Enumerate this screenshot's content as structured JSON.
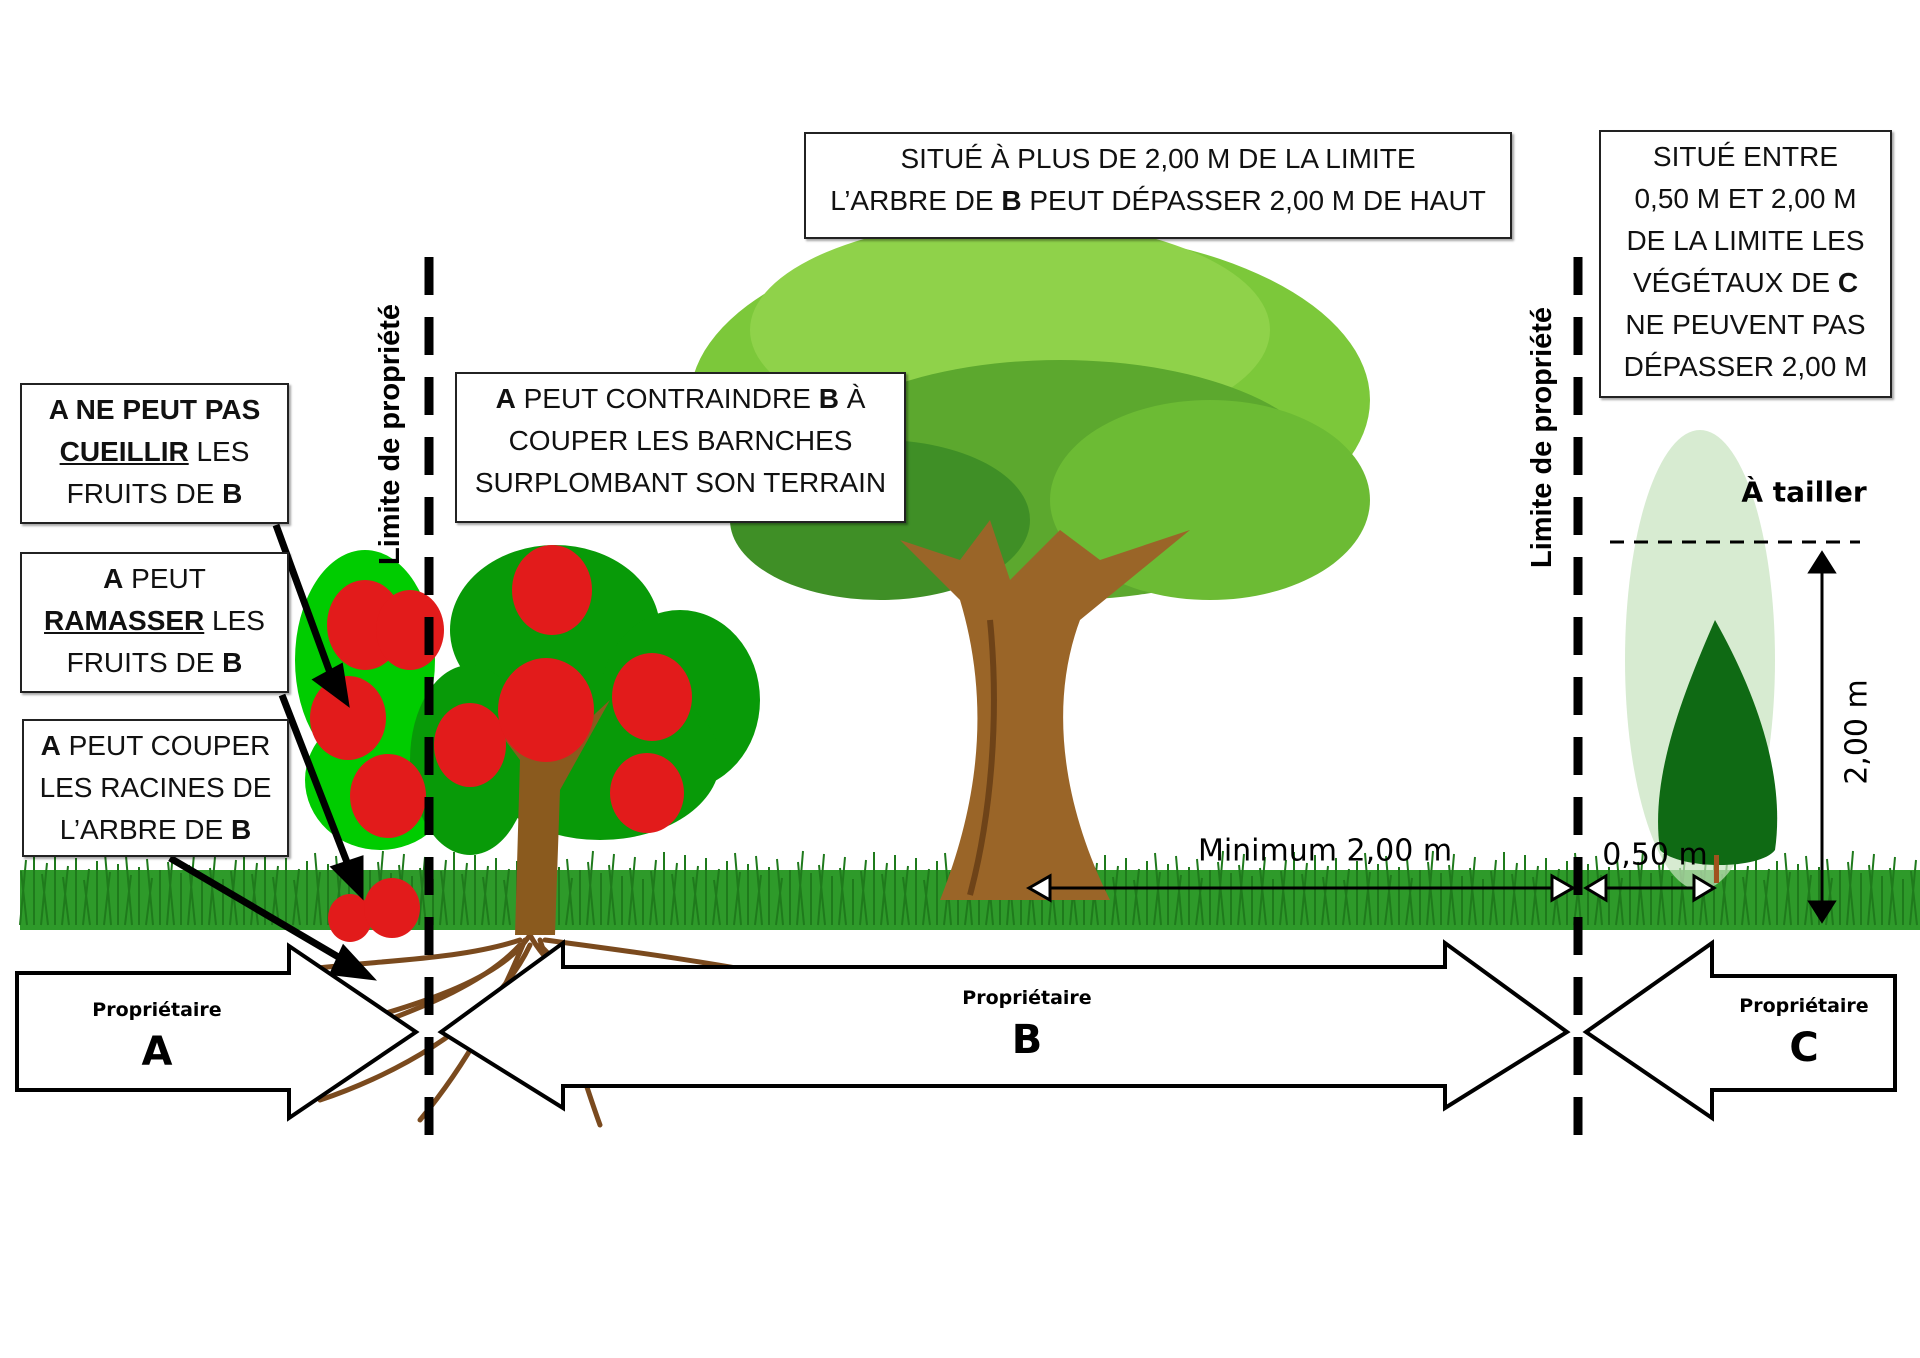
{
  "boxes": {
    "top_b": [
      [
        {
          "t": "SITUÉ À PLUS DE 2,00 M DE LA LIMITE"
        }
      ],
      [
        {
          "t": "L’ARBRE DE "
        },
        {
          "t": "B",
          "b": true
        },
        {
          "t": " PEUT DÉPASSER 2,00 M DE HAUT"
        }
      ]
    ],
    "top_c": [
      [
        {
          "t": "SITUÉ ENTRE"
        }
      ],
      [
        {
          "t": "0,50 M ET 2,00 M"
        }
      ],
      [
        {
          "t": "DE LA LIMITE LES"
        }
      ],
      [
        {
          "t": "VÉGÉTAUX DE "
        },
        {
          "t": "C",
          "b": true
        }
      ],
      [
        {
          "t": "NE PEUVENT PAS"
        }
      ],
      [
        {
          "t": "DÉPASSER 2,00 M"
        }
      ]
    ],
    "cannot_pick": [
      [
        {
          "t": "A NE PEUT PAS",
          "b": true
        }
      ],
      [
        {
          "t": "CUEILLIR",
          "b": true,
          "u": true
        },
        {
          "t": " LES"
        }
      ],
      [
        {
          "t": "FRUITS DE "
        },
        {
          "t": "B",
          "b": true
        }
      ]
    ],
    "can_gather": [
      [
        {
          "t": "A",
          "b": true
        },
        {
          "t": " PEUT"
        }
      ],
      [
        {
          "t": "RAMASSER",
          "b": true,
          "u": true
        },
        {
          "t": " LES"
        }
      ],
      [
        {
          "t": "FRUITS DE "
        },
        {
          "t": "B",
          "b": true
        }
      ]
    ],
    "can_cut_roots": [
      [
        {
          "t": "A",
          "b": true
        },
        {
          "t": " PEUT COUPER"
        }
      ],
      [
        {
          "t": "LES RACINES DE"
        }
      ],
      [
        {
          "t": "L’ARBRE DE "
        },
        {
          "t": "B",
          "b": true
        }
      ]
    ],
    "can_force_cut": [
      [
        {
          "t": "A",
          "b": true
        },
        {
          "t": " PEUT CONTRAINDRE "
        },
        {
          "t": "B",
          "b": true
        },
        {
          "t": " À"
        }
      ],
      [
        {
          "t": "COUPER LES BARNCHES"
        }
      ],
      [
        {
          "t": "SURPLOMBANT SON TERRAIN"
        }
      ]
    ]
  },
  "boundary_label": "Limite de propriété",
  "owners": {
    "a": {
      "label": "Propriétaire",
      "letter": "A"
    },
    "b": {
      "label": "Propriétaire",
      "letter": "B"
    },
    "c": {
      "label": "Propriétaire",
      "letter": "C"
    }
  },
  "measures": {
    "min_distance": "Minimum 2,00 m",
    "half_meter": "0,50 m",
    "height": "2,00 m",
    "trim": "À tailler"
  },
  "colors": {
    "grass": "#2e9a2a",
    "leaf_light": "#7cc83a",
    "leaf_dark": "#3f8f26",
    "apple": "#e21b1b",
    "trunk": "#8a5a2a",
    "bush": "#0b9a0b"
  }
}
